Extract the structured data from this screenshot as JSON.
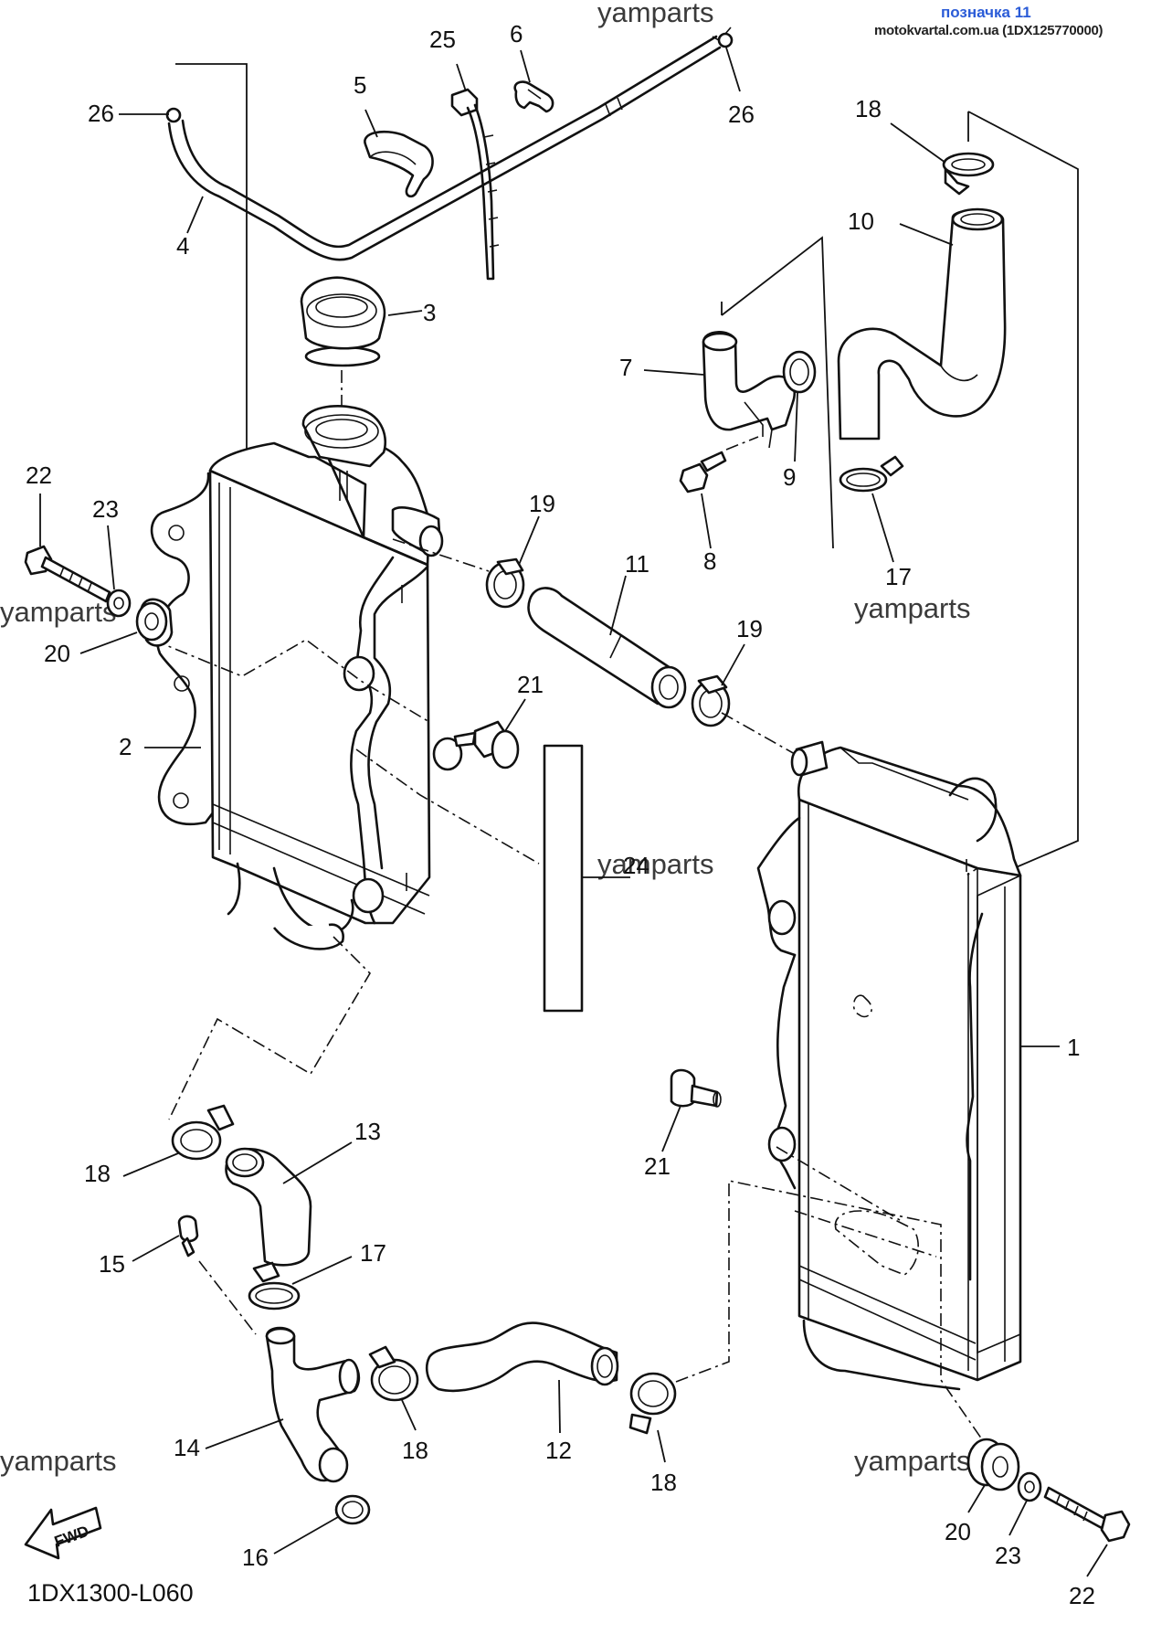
{
  "header": {
    "tag": "позначка 11",
    "site": "motokvartal.com.ua (1DX125770000)"
  },
  "diagram_code": "1DX1300-L060",
  "fwd_label": "FWD",
  "watermark": "yamparts",
  "callouts": {
    "c1": "1",
    "c2": "2",
    "c3": "3",
    "c4": "4",
    "c5": "5",
    "c6": "6",
    "c7": "7",
    "c8": "8",
    "c9": "9",
    "c10": "10",
    "c11": "11",
    "c12": "12",
    "c13": "13",
    "c14": "14",
    "c15": "15",
    "c16": "16",
    "c17a": "17",
    "c17b": "17",
    "c18a": "18",
    "c18b": "18",
    "c18c": "18",
    "c18d": "18",
    "c19a": "19",
    "c19b": "19",
    "c20a": "20",
    "c20b": "20",
    "c21a": "21",
    "c21b": "21",
    "c22a": "22",
    "c22b": "22",
    "c23a": "23",
    "c23b": "23",
    "c24": "24",
    "c25": "25",
    "c26a": "26",
    "c26b": "26"
  }
}
